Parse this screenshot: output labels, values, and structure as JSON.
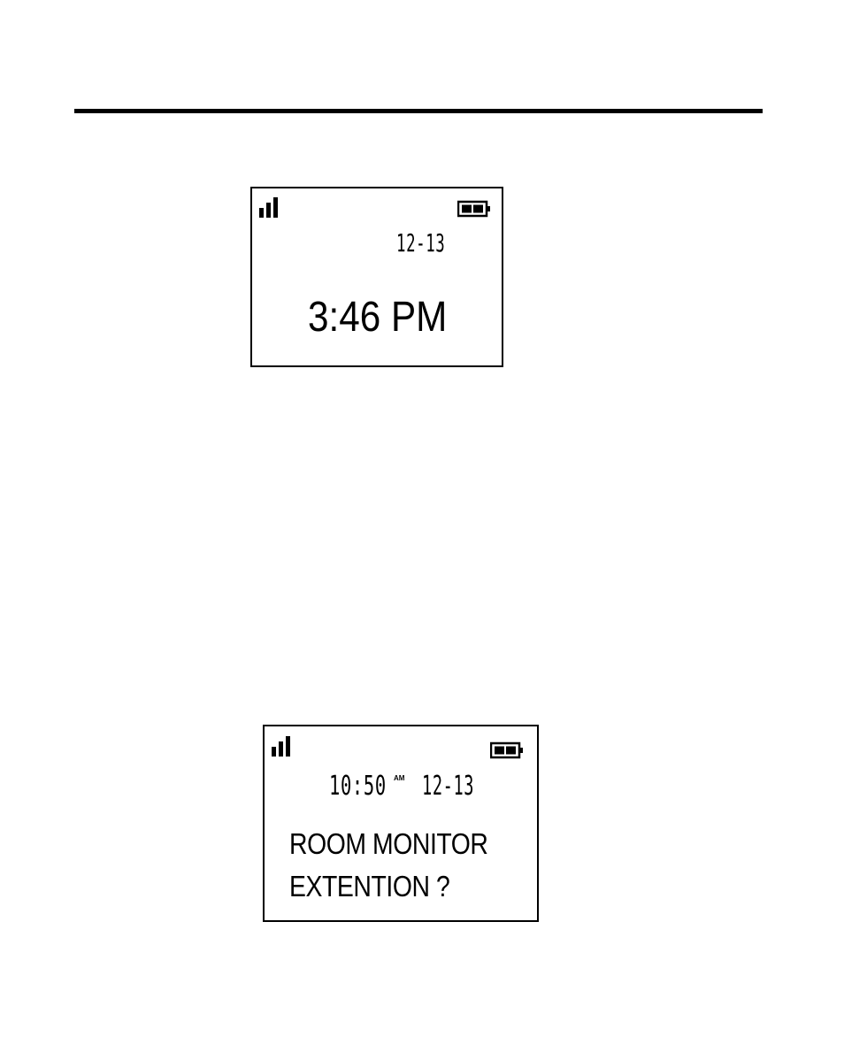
{
  "screen_idle": {
    "date": "12-13",
    "time": "3:46 PM"
  },
  "screen_prompt": {
    "time": "10:50",
    "period": "AM",
    "date": "12-13",
    "line_1": "ROOM MONITOR",
    "line_2": "EXTENTION ?"
  },
  "icons": {
    "signal": "signal-strength-icon",
    "battery": "battery-full-icon"
  }
}
